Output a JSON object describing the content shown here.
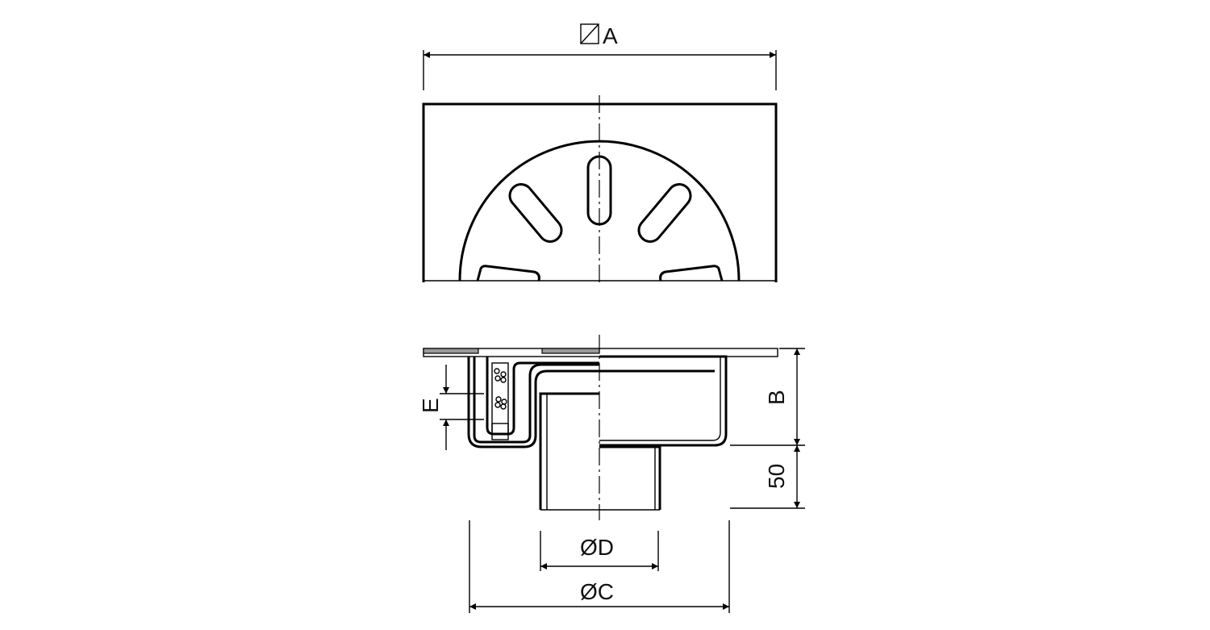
{
  "drawing": {
    "dimensions": {
      "width_label": "A",
      "height_label": "B",
      "outlet_height_label": "50",
      "outer_diameter_label": "ØC",
      "inner_diameter_label": "ØD",
      "water_seal_label": "E"
    }
  }
}
